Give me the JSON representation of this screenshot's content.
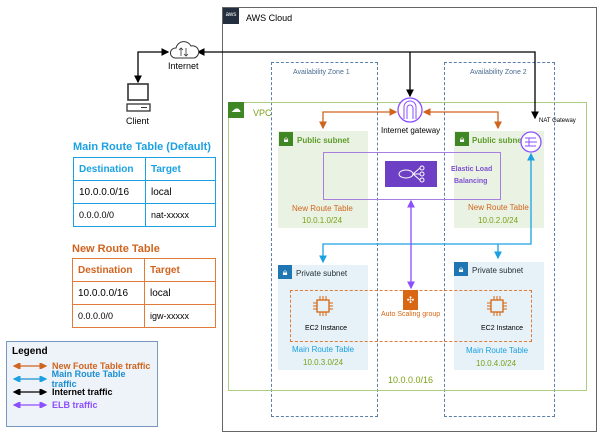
{
  "colors": {
    "new_route": "#d0641f",
    "main_route": "#1ba1e2",
    "internet": "#000000",
    "elb": "#8c4fff",
    "vpc": "#7aa116",
    "aws_dark": "#232f3e"
  },
  "internet": {
    "label": "Internet",
    "icon": "cloud-icon"
  },
  "client": {
    "label": "Client",
    "icon": "desktop-icon"
  },
  "aws_cloud": {
    "label": "AWS Cloud",
    "logo_text": "aws"
  },
  "zones": [
    "Availability Zone 1",
    "Availability Zone 2"
  ],
  "vpc": {
    "label": "VPC",
    "cidr": "10.0.0.0/16"
  },
  "internet_gateway": {
    "label": "Internet gateway"
  },
  "nat_gateway": {
    "label": "NAT Gateway"
  },
  "elb": {
    "label_line1": "Elastic Load",
    "label_line2": "Balancing"
  },
  "public_subnets": [
    {
      "label": "Public subnet",
      "route_table": "New Route Table",
      "cidr": "10.0.1.0/24"
    },
    {
      "label": "Public subnet",
      "route_table": "New Route Table",
      "cidr": "10.0.2.0/24"
    }
  ],
  "private_subnets": [
    {
      "label": "Private subnet",
      "instance": "EC2 Instance",
      "route_table": "Main Route Table",
      "cidr": "10.0.3.0/24"
    },
    {
      "label": "Private subnet",
      "instance": "EC2 Instance",
      "route_table": "Main Route Table",
      "cidr": "10.0.4.0/24"
    }
  ],
  "auto_scaling": {
    "label": "Auto Scaling group"
  },
  "main_route_table": {
    "title": "Main Route Table (Default)",
    "headers": [
      "Destination",
      "Target"
    ],
    "rows": [
      [
        "10.0.0.0/16",
        "local"
      ],
      [
        "0.0.0.0/0",
        "nat-xxxxx"
      ]
    ]
  },
  "new_route_table": {
    "title": "New Route Table",
    "headers": [
      "Destination",
      "Target"
    ],
    "rows": [
      [
        "10.0.0.0/16",
        "local"
      ],
      [
        "0.0.0.0/0",
        "igw-xxxxx"
      ]
    ]
  },
  "legend": {
    "title": "Legend",
    "items": [
      {
        "label": "New Foute Table traffic",
        "color": "#d0641f"
      },
      {
        "label": "Main Route Table traffic",
        "color": "#1b8fd0"
      },
      {
        "label": "Internet traffic",
        "color": "#000000"
      },
      {
        "label": "ELB traffic",
        "color": "#8c4fff"
      }
    ]
  }
}
